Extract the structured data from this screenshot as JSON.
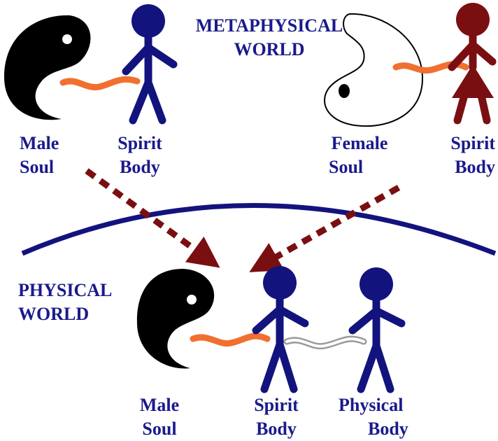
{
  "colors": {
    "text": "#1a1a8c",
    "figure_blue": "#13137e",
    "figure_red": "#7a0f12",
    "arrow": "#7a0f12",
    "curve": "#13137e",
    "cord": "#f07030",
    "yin_black": "#000000"
  },
  "metaphysical": {
    "title_line1": "METAPHYSICAL",
    "title_line2": "WORLD",
    "male_soul": {
      "line1": "Male",
      "line2": "Soul"
    },
    "spirit_body_left": {
      "line1": "Spirit",
      "line2": "Body"
    },
    "female_soul": {
      "line1": "Female",
      "line2": "Soul"
    },
    "spirit_body_right": {
      "line1": "Spirit",
      "line2": "Body"
    }
  },
  "physical": {
    "title_line1": "PHYSICAL",
    "title_line2": "WORLD",
    "male_soul": {
      "line1": "Male",
      "line2": "Soul"
    },
    "spirit_body": {
      "line1": "Spirit",
      "line2": "Body"
    },
    "physical_body": {
      "line1": "Physical",
      "line2": "Body"
    }
  }
}
